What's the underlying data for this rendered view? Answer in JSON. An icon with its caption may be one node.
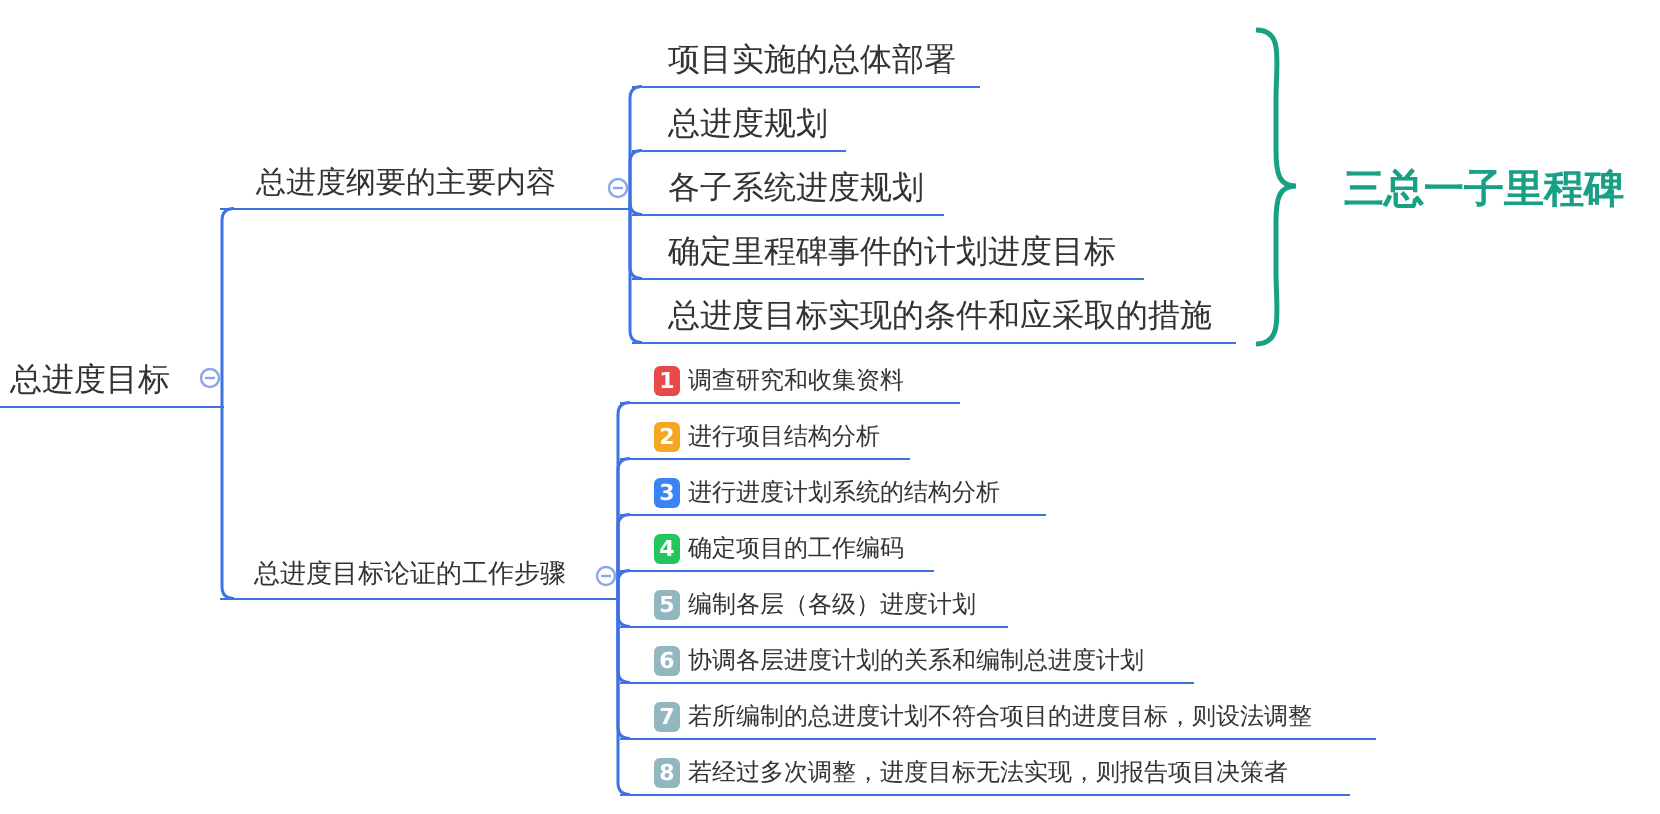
{
  "diagram": {
    "nodes": [
      {
        "text": [
          "总进度目标"
        ]
      },
      {
        "text": [
          "总进度纲要的主要内容"
        ]
      },
      {
        "text": [
          "项目实施的总体部署"
        ]
      },
      {
        "text": [
          "总进度规划"
        ]
      },
      {
        "text": [
          "各子系统进度规划"
        ]
      },
      {
        "text": [
          "确定里程碑事件的计划进度目标"
        ]
      },
      {
        "text": [
          "总进度目标实现的条件和应采取的措施"
        ]
      },
      {
        "text": [
          "总进度目标论证的工作步骤"
        ]
      },
      {
        "text": [
          "1",
          "调查研究和收集资料"
        ]
      },
      {
        "text": [
          "2",
          "进行项目结构分析"
        ]
      },
      {
        "text": [
          "3",
          "进行进度计划系统的结构分析"
        ]
      },
      {
        "text": [
          "4",
          "确定项目的工作编码"
        ]
      },
      {
        "text": [
          "5",
          "编制各层（各级）进度计划"
        ]
      },
      {
        "text": [
          "6",
          "协调各层进度计划的关系和编制总进度计划"
        ]
      },
      {
        "text": [
          "7",
          "若所编制的总进度计划不符合项目的进度目标，则设法调整"
        ]
      },
      {
        "text": [
          "8",
          "若经过多次调整，进度目标无法实现，则报告项目决策者"
        ]
      }
    ],
    "edges": [
      {
        "from": 0,
        "to": 1,
        "arrow": "none"
      },
      {
        "from": 1,
        "to": 2,
        "arrow": "none"
      },
      {
        "from": 1,
        "to": 3,
        "arrow": "none"
      },
      {
        "from": 1,
        "to": 4,
        "arrow": "none"
      },
      {
        "from": 1,
        "to": 5,
        "arrow": "none"
      },
      {
        "from": 1,
        "to": 6,
        "arrow": "none"
      },
      {
        "from": 0,
        "to": 7,
        "arrow": "none"
      },
      {
        "from": 7,
        "to": 8,
        "arrow": "none"
      },
      {
        "from": 7,
        "to": 9,
        "arrow": "none"
      },
      {
        "from": 7,
        "to": 10,
        "arrow": "none"
      },
      {
        "from": 7,
        "to": 11,
        "arrow": "none"
      },
      {
        "from": 7,
        "to": 12,
        "arrow": "none"
      },
      {
        "from": 7,
        "to": 13,
        "arrow": "none"
      },
      {
        "from": 7,
        "to": 14,
        "arrow": "none"
      },
      {
        "from": 7,
        "to": 15,
        "arrow": "none"
      }
    ],
    "labels": [
      "三总一子里程碑"
    ]
  }
}
